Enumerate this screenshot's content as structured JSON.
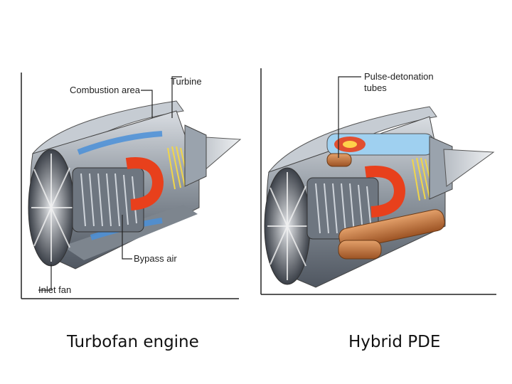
{
  "left": {
    "caption": "Turbofan engine",
    "labels": {
      "combustion": "Combustion area",
      "turbine": "Turbine",
      "bypass": "Bypass air",
      "inlet": "Inlet fan"
    }
  },
  "right": {
    "caption": "Hybrid PDE",
    "labels": {
      "pdt_line1": "Pulse-detonation",
      "pdt_line2": "tubes"
    }
  },
  "colors": {
    "flame": "#e8401c",
    "flow": "#4a8fd8",
    "metal": "#9aa3ad",
    "tube": "#c8763a"
  }
}
